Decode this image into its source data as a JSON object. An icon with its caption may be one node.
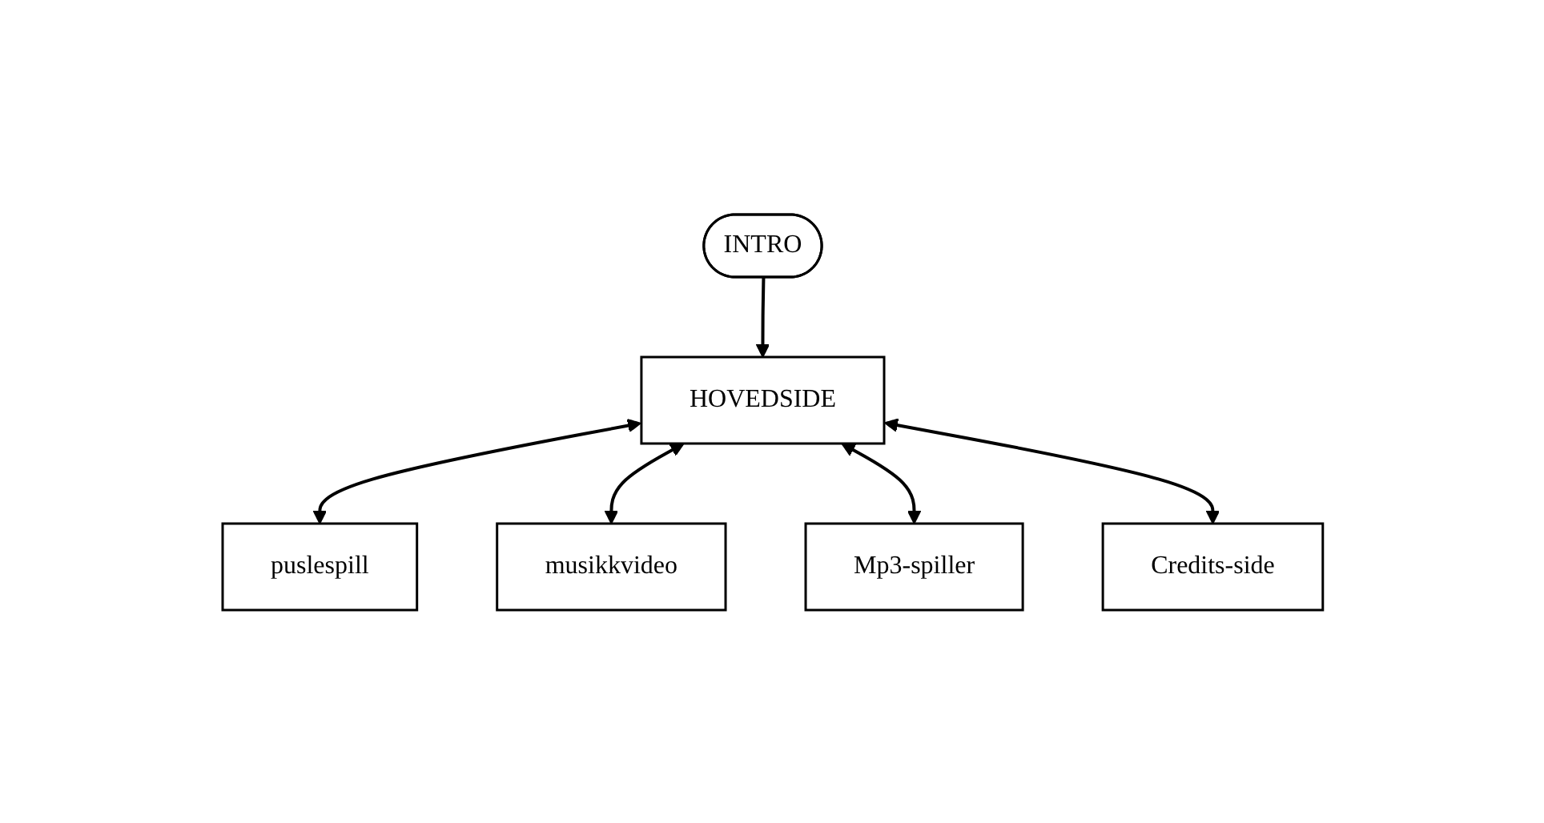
{
  "diagram": {
    "nodes": [
      {
        "text": [
          "INTRO"
        ]
      },
      {
        "text": [
          "HOVEDSIDE"
        ]
      },
      {
        "text": [
          "puslespill"
        ]
      },
      {
        "text": [
          "musikkvideo"
        ]
      },
      {
        "text": [
          "Mp3-spiller"
        ]
      },
      {
        "text": [
          "Credits-side"
        ]
      }
    ],
    "edges": [
      {
        "from": 0,
        "to": 1,
        "arrow": "to"
      },
      {
        "from": 1,
        "to": 2,
        "arrow": "both"
      },
      {
        "from": 1,
        "to": 3,
        "arrow": "both"
      },
      {
        "from": 1,
        "to": 4,
        "arrow": "both"
      },
      {
        "from": 1,
        "to": 5,
        "arrow": "both"
      }
    ]
  }
}
